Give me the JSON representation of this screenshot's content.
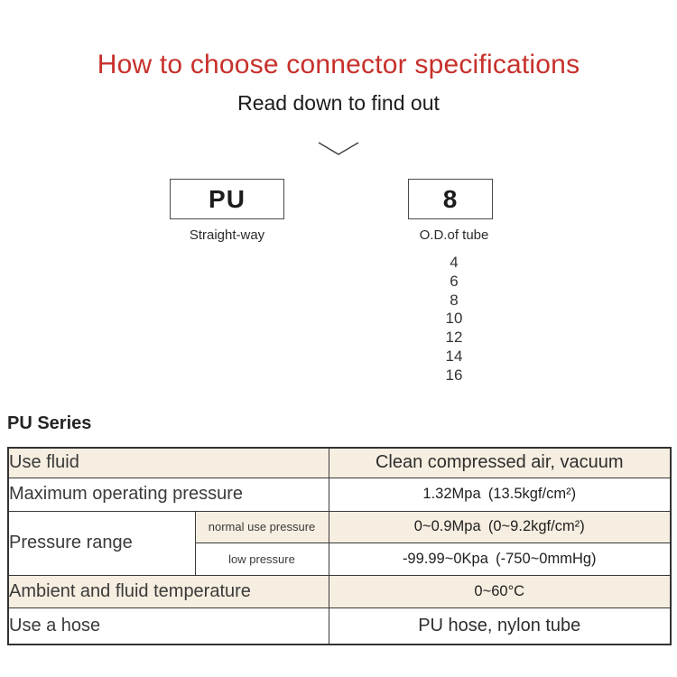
{
  "page": {
    "title": "How to choose connector specifications",
    "subtitle": "Read down to find out"
  },
  "colors": {
    "accent_red": "#c7302b",
    "row_shade": "#f6eee0",
    "table_border": "#333333"
  },
  "icons": {
    "read_down_chevron": "chevron-down"
  },
  "selector": {
    "model_box": {
      "value": "PU",
      "label": "Straight-way"
    },
    "size_box": {
      "value": "8",
      "label": "O.D.of tube"
    },
    "size_options": [
      "4",
      "6",
      "8",
      "10",
      "12",
      "14",
      "16"
    ]
  },
  "spec_table": {
    "heading": "PU Series",
    "rows": [
      {
        "label": "Use fluid",
        "value": "Clean compressed air, vacuum",
        "shaded": true
      },
      {
        "label": "Maximum operating pressure",
        "value": "1.32Mpa (13.5kgf/cm²)",
        "shaded": false
      },
      {
        "label": "Pressure range",
        "sub_rows": [
          {
            "sub_label": "normal use pressure",
            "value": "0~0.9Mpa (0~9.2kgf/cm²)",
            "shaded": true
          },
          {
            "sub_label": "low pressure",
            "value": "-99.99~0Kpa (-750~0mmHg)",
            "shaded": false
          }
        ]
      },
      {
        "label": "Ambient and fluid temperature",
        "value": "0~60°C",
        "shaded": true
      },
      {
        "label": "Use a hose",
        "value": "PU hose, nylon tube",
        "shaded": false
      }
    ]
  }
}
